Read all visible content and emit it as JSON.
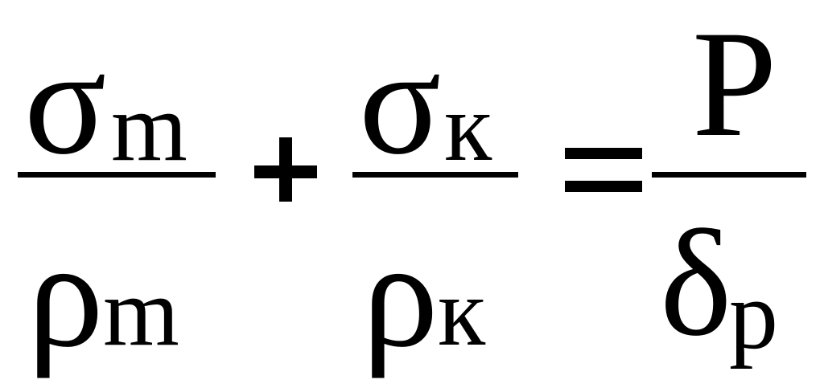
{
  "formula": {
    "term1": {
      "numerator_symbol": "σ",
      "numerator_subscript": "m",
      "denominator_symbol": "ρ",
      "denominator_subscript": "m"
    },
    "operator_plus": "+",
    "term2": {
      "numerator_symbol": "σ",
      "numerator_subscript": "к",
      "denominator_symbol": "ρ",
      "denominator_subscript": "к"
    },
    "operator_equals": "=",
    "term3": {
      "numerator_symbol": "P",
      "denominator_symbol": "δ",
      "denominator_subscript": "p"
    }
  }
}
